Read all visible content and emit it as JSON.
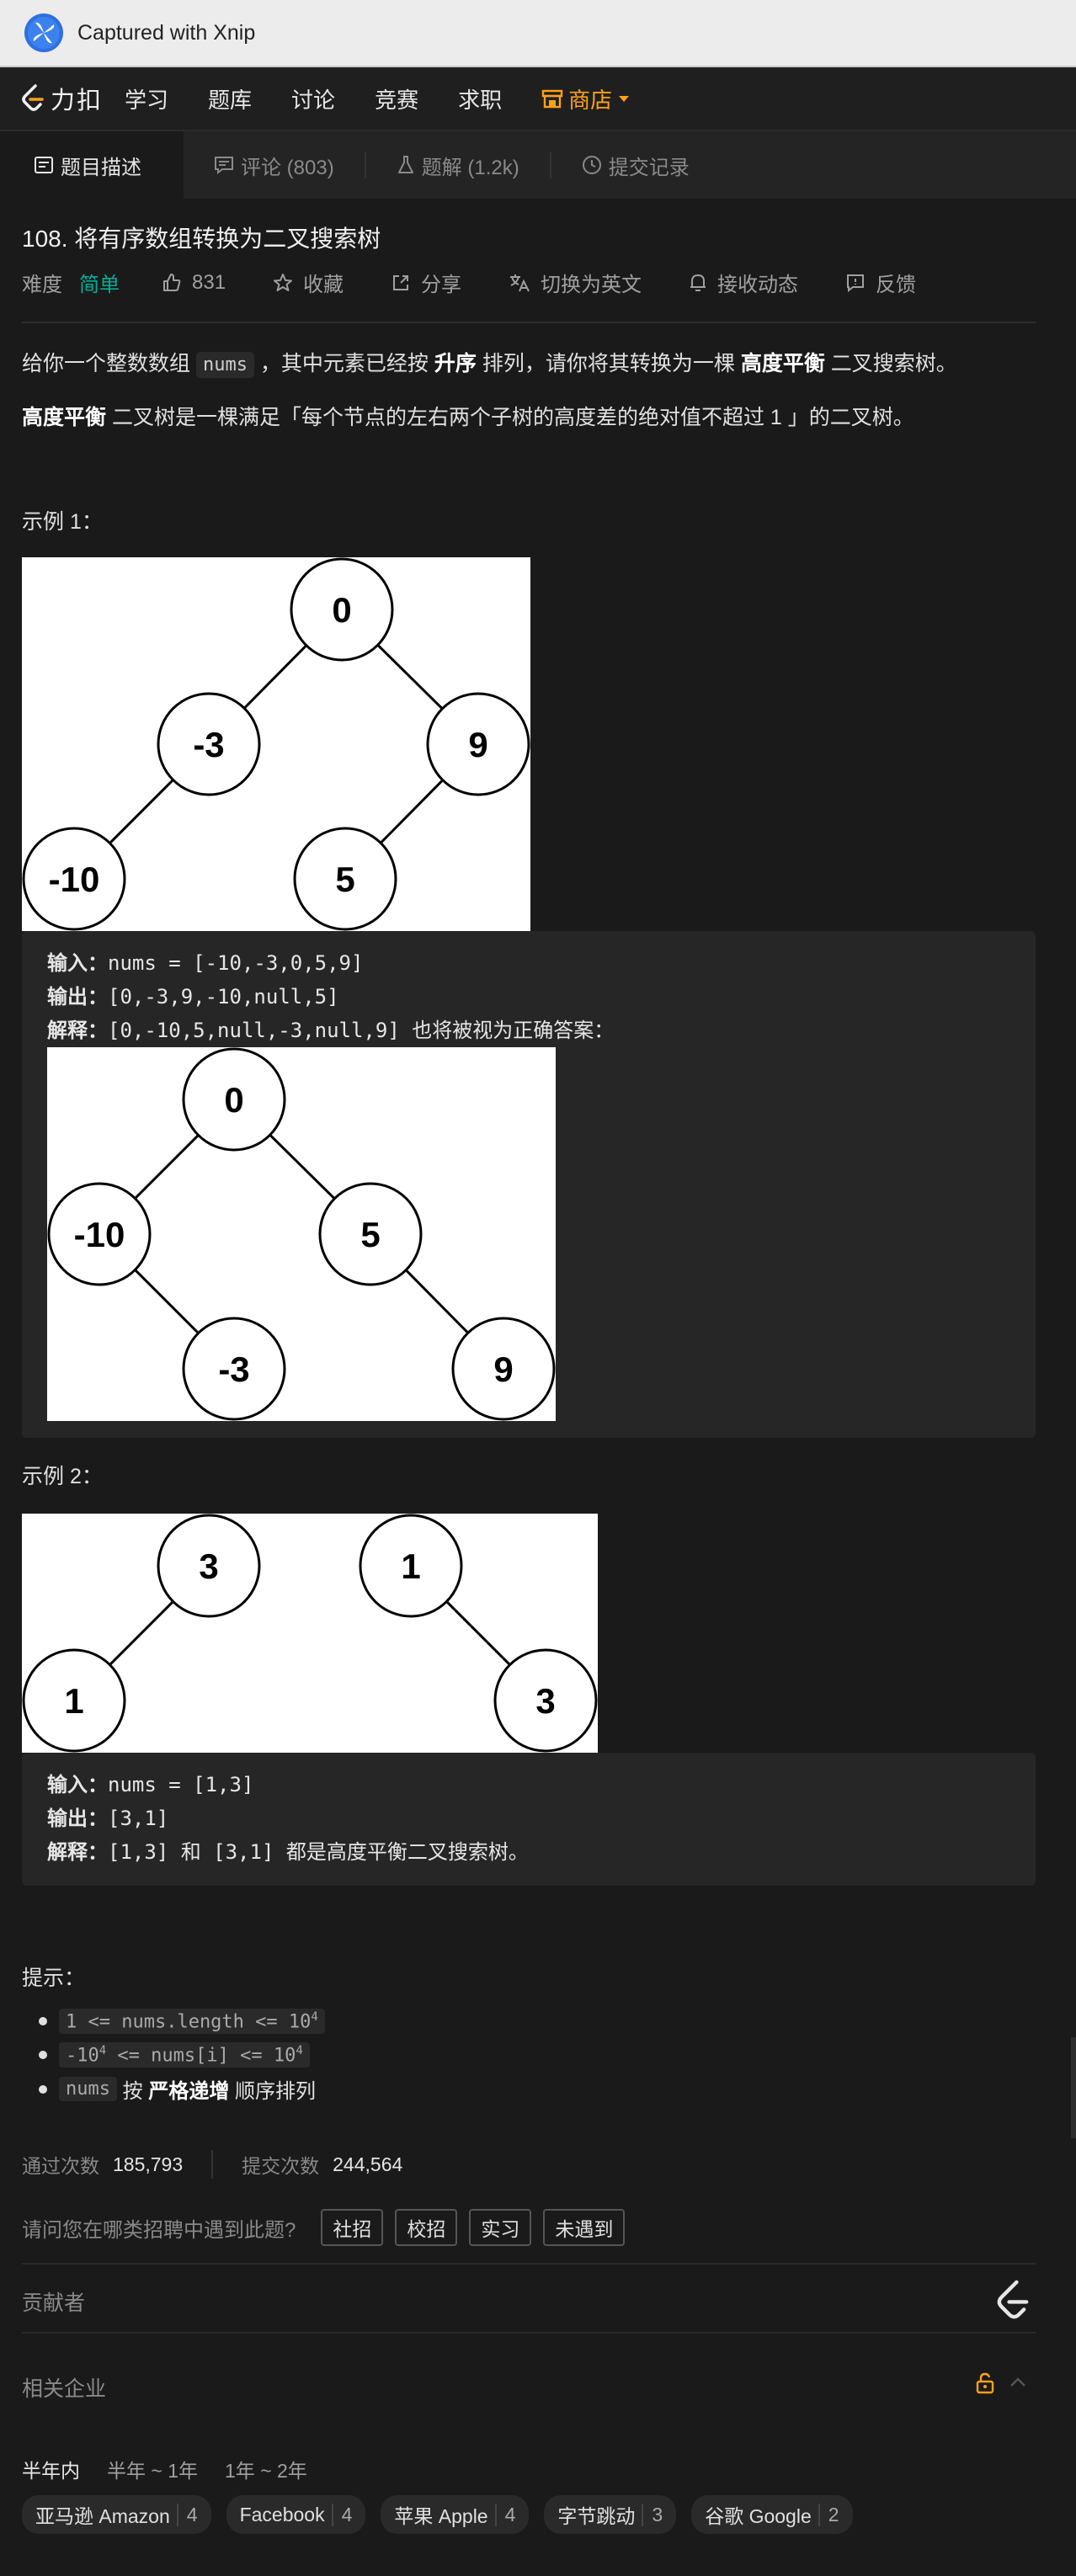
{
  "xnip": {
    "title": "Captured with Xnip"
  },
  "nav": {
    "brand": "力扣",
    "items": [
      "学习",
      "题库",
      "讨论",
      "竞赛",
      "求职"
    ],
    "shop": "商店"
  },
  "tabs": {
    "description": "题目描述",
    "comments": "评论 (803)",
    "solutions": "题解 (1.2k)",
    "submissions": "提交记录"
  },
  "problem": {
    "title": "108. 将有序数组转换为二叉搜索树",
    "difficulty_label": "难度",
    "difficulty": "简单",
    "likes": "831",
    "favorite": "收藏",
    "share": "分享",
    "switch_lang": "切换为英文",
    "subscribe": "接收动态",
    "feedback": "反馈",
    "desc1_a": "给你一个整数数组",
    "desc1_code": "nums",
    "desc1_b": "，其中元素已经按",
    "desc1_bold": "升序",
    "desc1_c": "排列，请你将其转换为一棵",
    "desc1_bold2": "高度平衡",
    "desc1_d": "二叉搜索树。",
    "desc2_bold": "高度平衡",
    "desc2_rest": "二叉树是一棵满足「每个节点的左右两个子树的高度差的绝对值不超过 1 」的二叉树。"
  },
  "example1": {
    "label": "示例 1：",
    "tree1": [
      "0",
      "-3",
      "9",
      "-10",
      "5"
    ],
    "input_label": "输入：",
    "input": "nums = [-10,-3,0,5,9]",
    "output_label": "输出：",
    "output": "[0,-3,9,-10,null,5]",
    "explain_label": "解释：",
    "explain": "[0,-10,5,null,-3,null,9] 也将被视为正确答案：",
    "tree2": [
      "0",
      "-10",
      "5",
      "-3",
      "9"
    ]
  },
  "example2": {
    "label": "示例 2：",
    "treeA": [
      "3",
      "1"
    ],
    "treeB": [
      "1",
      "3"
    ],
    "input_label": "输入：",
    "input": "nums = [1,3]",
    "output_label": "输出：",
    "output": "[3,1]",
    "explain_label": "解释：",
    "explain": "[1,3] 和 [3,1] 都是高度平衡二叉搜索树。"
  },
  "hints": {
    "title": "提示：",
    "h1": "1 <= nums.length <= 10",
    "h1_sup": "4",
    "h2_a": "-10",
    "h2_sup1": "4",
    "h2_b": " <= nums[i] <= 10",
    "h2_sup2": "4",
    "h3_code": "nums",
    "h3_a": "按",
    "h3_bold": "严格递增",
    "h3_b": "顺序排列"
  },
  "stats": {
    "accepted_label": "通过次数",
    "accepted": "185,793",
    "submitted_label": "提交次数",
    "submitted": "244,564"
  },
  "question": {
    "text": "请问您在哪类招聘中遇到此题?",
    "options": [
      "社招",
      "校招",
      "实习",
      "未遇到"
    ]
  },
  "contributors": {
    "label": "贡献者"
  },
  "companies": {
    "label": "相关企业",
    "periods": [
      "半年内",
      "半年 ~ 1年",
      "1年 ~ 2年"
    ],
    "list": [
      {
        "name": "亚马逊 Amazon",
        "count": "4"
      },
      {
        "name": "Facebook",
        "count": "4"
      },
      {
        "name": "苹果 Apple",
        "count": "4"
      },
      {
        "name": "字节跳动",
        "count": "3"
      },
      {
        "name": "谷歌 Google",
        "count": "2"
      }
    ]
  },
  "colors": {
    "accent": "#ffa116",
    "easy": "#00af9b",
    "background": "#1a1a1a"
  }
}
